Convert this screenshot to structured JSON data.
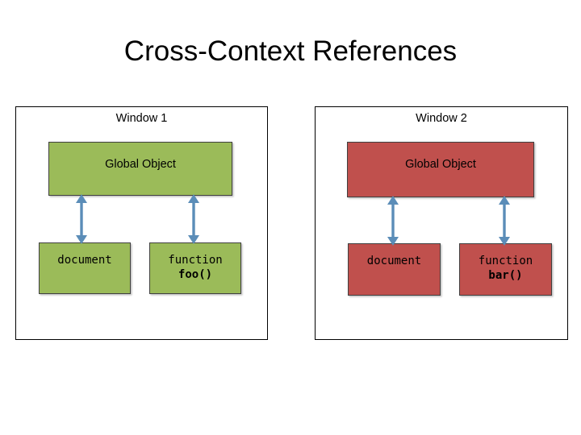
{
  "slide": {
    "title": "Cross-Context References",
    "background_color": "#FFFFFF"
  },
  "colors": {
    "window_1_fill": "#9BBB59",
    "window_2_fill": "#C0504D",
    "arrow": "#5B8DB8",
    "node_border": "#404040",
    "frame_border": "#000000",
    "text": "#000000"
  },
  "windows": [
    {
      "id": "window-1",
      "label": "Window 1",
      "fill": "#9BBB59",
      "nodes": {
        "global": "Global Object",
        "document": "document",
        "function_keyword": "function",
        "function_name": "foo()"
      }
    },
    {
      "id": "window-2",
      "label": "Window 2",
      "fill": "#C0504D",
      "nodes": {
        "global": "Global Object",
        "document": "document",
        "function_keyword": "function",
        "function_name": "bar()"
      }
    }
  ],
  "connectors": [
    {
      "name": "window-1-global-to-document",
      "style": "double-headed-vertical-arrow"
    },
    {
      "name": "window-1-global-to-function",
      "style": "double-headed-vertical-arrow"
    },
    {
      "name": "window-2-global-to-document",
      "style": "double-headed-vertical-arrow"
    },
    {
      "name": "window-2-global-to-function",
      "style": "double-headed-vertical-arrow"
    }
  ]
}
